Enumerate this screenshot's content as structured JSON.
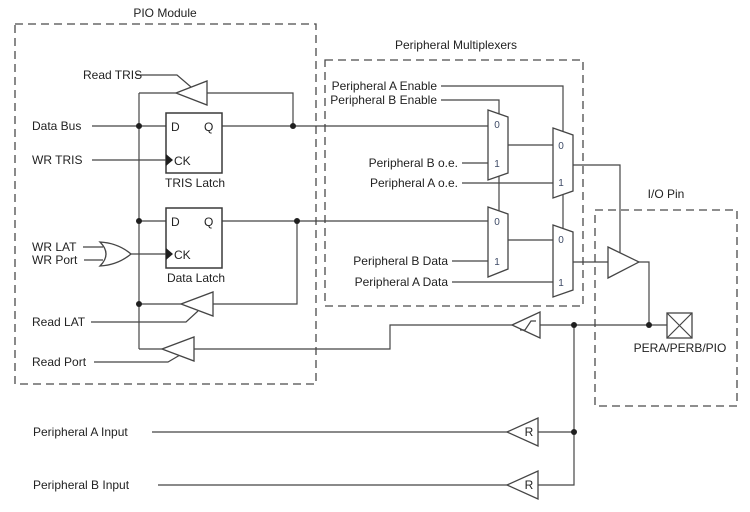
{
  "diagram": {
    "background_color": "#ffffff",
    "line_color": "#454545",
    "text_color": "#222222",
    "boxes": {
      "pio_module": "PIO Module",
      "peripheral_multiplexers": "Peripheral Multiplexers",
      "io_pin": "I/O Pin"
    },
    "signals": {
      "read_tris": "Read TRIS",
      "data_bus": "Data Bus",
      "wr_tris": "WR TRIS",
      "wr_lat": "WR LAT",
      "wr_port": "WR Port",
      "read_lat": "Read LAT",
      "read_port": "Read Port",
      "peripheral_a_enable": "Peripheral A Enable",
      "peripheral_b_enable": "Peripheral B Enable",
      "peripheral_b_oe": "Peripheral B o.e.",
      "peripheral_a_oe": "Peripheral A o.e.",
      "peripheral_b_data": "Peripheral B Data",
      "peripheral_a_data": "Peripheral A Data",
      "peripheral_a_input": "Peripheral A Input",
      "peripheral_b_input": "Peripheral B Input"
    },
    "latches": {
      "tris": {
        "d": "D",
        "q": "Q",
        "ck": "CK",
        "caption": "TRIS Latch"
      },
      "data": {
        "d": "D",
        "q": "Q",
        "ck": "CK",
        "caption": "Data Latch"
      }
    },
    "mux": {
      "in0": "0",
      "in1": "1"
    },
    "buffers": {
      "r": "R"
    },
    "pad": {
      "label": "PERA/PERB/PIO"
    }
  }
}
